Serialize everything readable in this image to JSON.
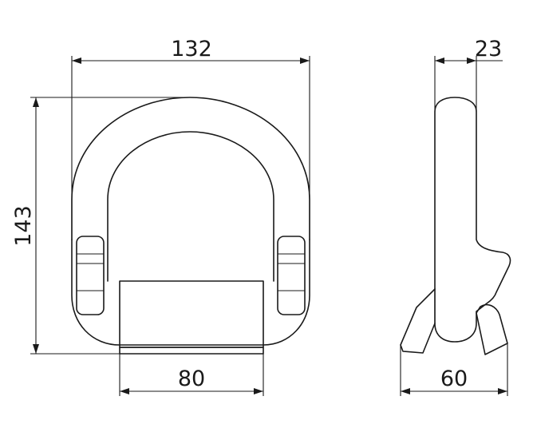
{
  "dimensions": {
    "width_top": "132",
    "height_left": "143",
    "base_width": "80",
    "side_thickness": "23",
    "side_base": "60"
  },
  "colors": {
    "line": "#1a1a1a",
    "background": "#ffffff"
  }
}
